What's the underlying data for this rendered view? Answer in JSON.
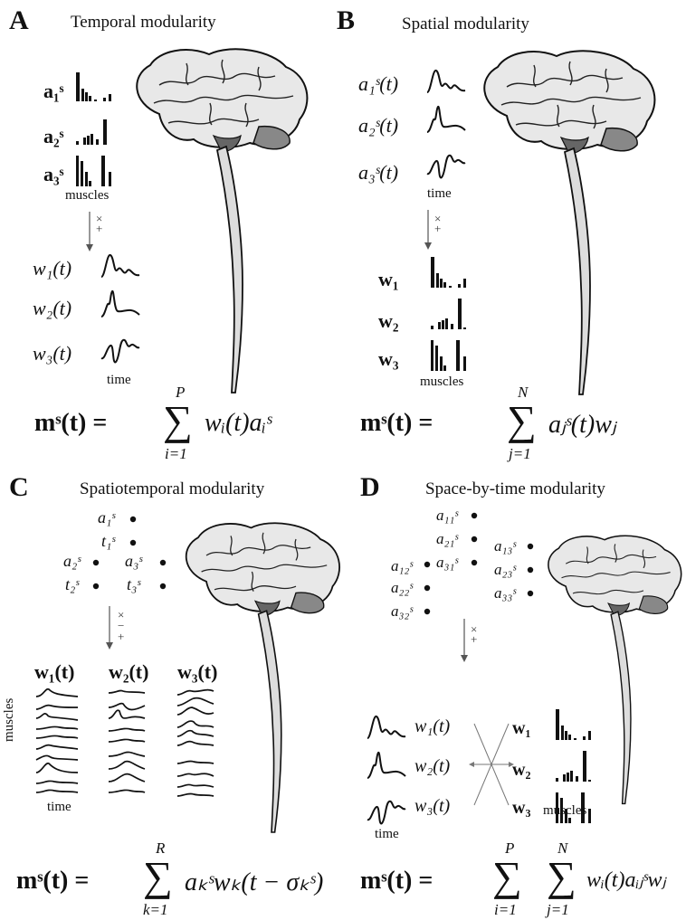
{
  "panels": {
    "A": {
      "label": "A",
      "title": "Temporal modularity",
      "weights": [
        "a₁ˢ",
        "a₂ˢ",
        "a₃ˢ"
      ],
      "weights_axis": "muscles",
      "ops": "×\n+",
      "signals": [
        "w₁(t)",
        "w₂(t)",
        "w₃(t)"
      ],
      "signals_axis": "time",
      "formula_lhs": "mˢ(t) = ",
      "formula_sum": "∑",
      "formula_upper": "P",
      "formula_lower": "i=1",
      "formula_rhs": "wᵢ(t)aᵢˢ"
    },
    "B": {
      "label": "B",
      "title": "Spatial modularity",
      "signals": [
        "a₁ˢ(t)",
        "a₂ˢ(t)",
        "a₃ˢ(t)"
      ],
      "signals_axis": "time",
      "ops": "×\n+",
      "weights": [
        "w₁",
        "w₂",
        "w₃"
      ],
      "weights_axis": "muscles",
      "formula_lhs": "mˢ(t) = ",
      "formula_sum": "∑",
      "formula_upper": "N",
      "formula_lower": "j=1",
      "formula_rhs": "aⱼˢ(t)wⱼ"
    },
    "C": {
      "label": "C",
      "title": "Spatiotemporal modularity",
      "coef_a": [
        "a₁ˢ",
        "a₂ˢ",
        "a₃ˢ"
      ],
      "coef_t": [
        "t₁ˢ",
        "t₂ˢ",
        "t₃ˢ"
      ],
      "ops": "×\n−\n+",
      "synergies": [
        "w₁(t)",
        "w₂(t)",
        "w₃(t)"
      ],
      "y_axis": "muscles",
      "x_axis": "time",
      "formula_lhs": "mˢ(t) = ",
      "formula_sum": "∑",
      "formula_upper": "R",
      "formula_lower": "k=1",
      "formula_rhs": "aₖˢwₖ(t − σₖˢ)"
    },
    "D": {
      "label": "D",
      "title": "Space-by-time modularity",
      "coef_left": [
        "a₁₁ˢ",
        "a₂₁ˢ",
        "a₃₁ˢ"
      ],
      "coef_mid": [
        "a₁₂ˢ",
        "a₂₂ˢ",
        "a₃₂ˢ"
      ],
      "coef_right": [
        "a₁₃ˢ",
        "a₂₃ˢ",
        "a₃₃ˢ"
      ],
      "ops": "×\n+",
      "temporal": [
        "w₁(t)",
        "w₂(t)",
        "w₃(t)"
      ],
      "temporal_axis": "time",
      "spatial": [
        "w₁",
        "w₂",
        "w₃"
      ],
      "spatial_axis": "muscles",
      "formula_lhs": "mˢ(t) = ",
      "formula_sum1": "∑",
      "formula_upper1": "P",
      "formula_lower1": "i=1",
      "formula_sum2": "∑",
      "formula_upper2": "N",
      "formula_lower2": "j=1",
      "formula_rhs": "wᵢ(t)aᵢⱼˢwⱼ"
    }
  },
  "icons": [
    "brain-icon",
    "spinal-cord-icon",
    "bar-chart-icon",
    "waveform-icon",
    "arrow-down-icon"
  ]
}
